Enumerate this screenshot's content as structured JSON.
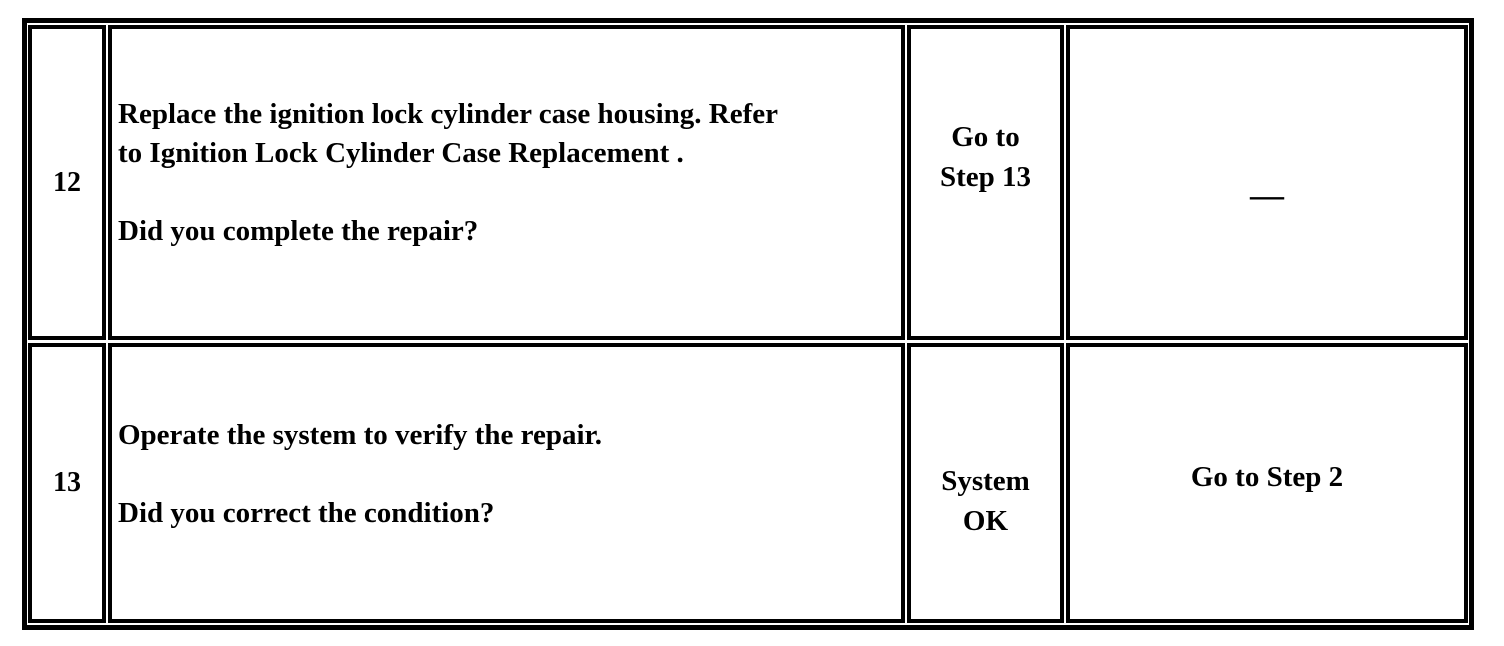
{
  "table": {
    "rows": [
      {
        "step": "12",
        "action_lines": [
          "Replace the ignition lock cylinder case housing. Refer",
          "to Ignition Lock Cylinder Case Replacement ."
        ],
        "question": "Did you complete the repair?",
        "yes_lines": [
          "Go to",
          "Step  13"
        ],
        "no": "—"
      },
      {
        "step": "13",
        "action_lines": [
          "Operate the system to verify the repair."
        ],
        "question": "Did you correct the condition?",
        "yes_lines": [
          "System",
          "OK"
        ],
        "no": "Go to Step  2"
      }
    ]
  }
}
